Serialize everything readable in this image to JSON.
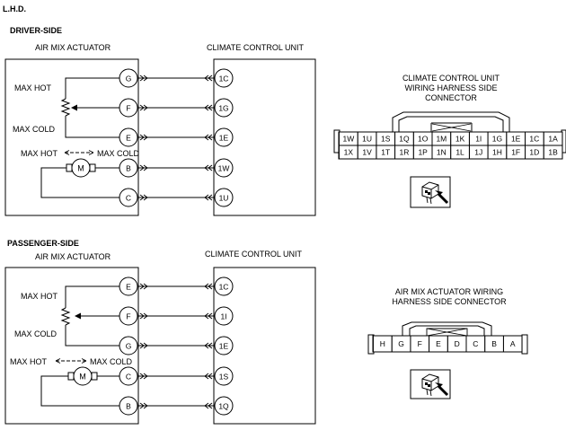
{
  "header": {
    "title": "L.H.D."
  },
  "driver": {
    "section_title": "DRIVER-SIDE",
    "actuator_label": "AIR MIX ACTUATOR",
    "unit_label": "CLIMATE CONTROL UNIT",
    "max_hot": "MAX HOT",
    "max_cold": "MAX COLD",
    "motor_hot": "MAX HOT",
    "motor_cold": "MAX COLD",
    "motor": "M",
    "pins": [
      {
        "act": "G",
        "unit": "1C"
      },
      {
        "act": "F",
        "unit": "1G"
      },
      {
        "act": "E",
        "unit": "1E"
      },
      {
        "act": "B",
        "unit": "1W"
      },
      {
        "act": "C",
        "unit": "1U"
      }
    ]
  },
  "passenger": {
    "section_title": "PASSENGER-SIDE",
    "actuator_label": "AIR MIX ACTUATOR",
    "unit_label": "CLIMATE CONTROL UNIT",
    "max_hot": "MAX HOT",
    "max_cold": "MAX COLD",
    "motor_hot": "MAX HOT",
    "motor_cold": "MAX COLD",
    "motor": "M",
    "pins": [
      {
        "act": "E",
        "unit": "1C"
      },
      {
        "act": "F",
        "unit": "1I"
      },
      {
        "act": "G",
        "unit": "1E"
      },
      {
        "act": "C",
        "unit": "1S"
      },
      {
        "act": "B",
        "unit": "1Q"
      }
    ]
  },
  "ccu_connector": {
    "title_lines": [
      "CLIMATE CONTROL UNIT",
      "WIRING HARNESS SIDE",
      "CONNECTOR"
    ],
    "row1": [
      "1W",
      "1U",
      "1S",
      "1Q",
      "1O",
      "1M",
      "1K",
      "1I",
      "1G",
      "1E",
      "1C",
      "1A"
    ],
    "row2": [
      "1X",
      "1V",
      "1T",
      "1R",
      "1P",
      "1N",
      "1L",
      "1J",
      "1H",
      "1F",
      "1D",
      "1B"
    ]
  },
  "act_connector": {
    "title_lines": [
      "AIR MIX ACTUATOR WIRING",
      "HARNESS SIDE CONNECTOR"
    ],
    "row": [
      "H",
      "G",
      "F",
      "E",
      "D",
      "C",
      "B",
      "A"
    ]
  }
}
